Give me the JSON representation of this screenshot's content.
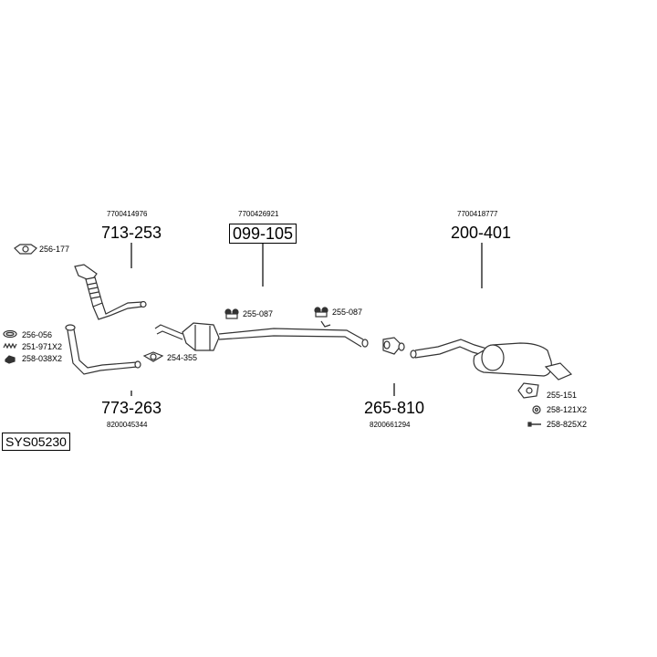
{
  "system_code": "SYS05230",
  "groups": [
    {
      "part": "713-253",
      "oem": "7700414976"
    },
    {
      "part": "099-105",
      "oem": "7700426921"
    },
    {
      "part": "200-401",
      "oem": "7700418777"
    },
    {
      "part": "773-263",
      "oem": "8200045344"
    },
    {
      "part": "265-810",
      "oem": "8200661294"
    }
  ],
  "accessories": [
    {
      "code": "256-177",
      "icon": "gasket-icon"
    },
    {
      "code": "256-056",
      "icon": "ring-icon"
    },
    {
      "code": "251-971X2",
      "icon": "spring-icon"
    },
    {
      "code": "258-038X2",
      "icon": "nut-icon"
    },
    {
      "code": "254-355",
      "icon": "clamp-icon"
    },
    {
      "code": "255-087",
      "icon": "rubber-mount-icon"
    },
    {
      "code": "255-087",
      "icon": "rubber-mount-icon"
    },
    {
      "code": "255-151",
      "icon": "bracket-icon"
    },
    {
      "code": "258-121X2",
      "icon": "washer-icon"
    },
    {
      "code": "258-825X2",
      "icon": "bolt-icon"
    }
  ]
}
